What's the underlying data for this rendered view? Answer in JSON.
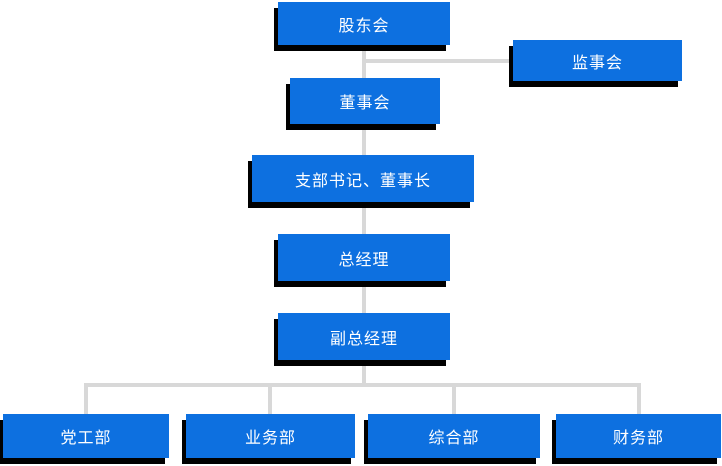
{
  "diagram": {
    "type": "org-chart",
    "colors": {
      "background": "#ffffff",
      "node_fill": "#0d70e0",
      "node_text": "#ffffff",
      "node_shadow": "#000000",
      "connector": "#d8d8d8"
    },
    "nodes": [
      {
        "id": "shareholders-meeting",
        "label": "股东会"
      },
      {
        "id": "supervisory-board",
        "label": "监事会"
      },
      {
        "id": "board-of-directors",
        "label": "董事会"
      },
      {
        "id": "branch-secretary-chairman",
        "label": "支部书记、董事长"
      },
      {
        "id": "general-manager",
        "label": "总经理"
      },
      {
        "id": "deputy-general-manager",
        "label": "副总经理"
      },
      {
        "id": "party-work-dept",
        "label": "党工部"
      },
      {
        "id": "business-dept",
        "label": "业务部"
      },
      {
        "id": "general-affairs-dept",
        "label": "综合部"
      },
      {
        "id": "finance-dept",
        "label": "财务部"
      }
    ],
    "edges": [
      {
        "from": "shareholders-meeting",
        "to": "board-of-directors"
      },
      {
        "from": "shareholders-meeting",
        "to": "supervisory-board"
      },
      {
        "from": "board-of-directors",
        "to": "branch-secretary-chairman"
      },
      {
        "from": "branch-secretary-chairman",
        "to": "general-manager"
      },
      {
        "from": "general-manager",
        "to": "deputy-general-manager"
      },
      {
        "from": "deputy-general-manager",
        "to": "party-work-dept"
      },
      {
        "from": "deputy-general-manager",
        "to": "business-dept"
      },
      {
        "from": "deputy-general-manager",
        "to": "general-affairs-dept"
      },
      {
        "from": "deputy-general-manager",
        "to": "finance-dept"
      }
    ]
  }
}
